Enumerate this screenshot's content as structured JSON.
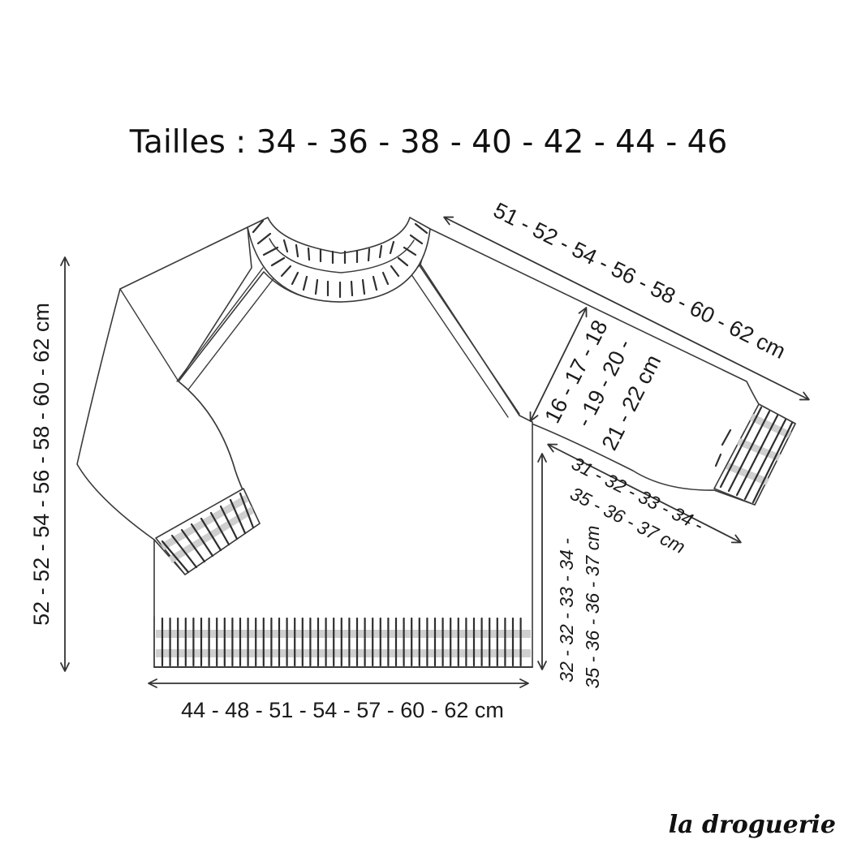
{
  "title": "Tailles : 34 - 36 - 38 - 40 - 42 - 44 - 46",
  "measurements": {
    "length": "52 - 52 - 54 - 56 - 58 - 60 - 62 cm",
    "sleeve_length": "51 - 52 - 54 - 56 - 58 - 60 - 62 cm",
    "armhole_line1": "16 - 17 - 18",
    "armhole_line2": "- 19 - 20 -",
    "armhole_line3": "21 - 22 cm",
    "side_line1": "32 - 32 - 33 - 34 -",
    "side_line2": "35 - 36 - 36 - 37 cm",
    "sleeve_underarm_line1": "31 - 32 - 33 - 34 -",
    "sleeve_underarm_line2": "35 - 36 - 37 cm",
    "width": "44 - 48 - 51 - 54 - 57 - 60 - 62 cm"
  },
  "brand": "la droguerie",
  "colors": {
    "ink": "#2e2e2e",
    "rib_fill": "#cfcfcf",
    "background": "#ffffff"
  }
}
